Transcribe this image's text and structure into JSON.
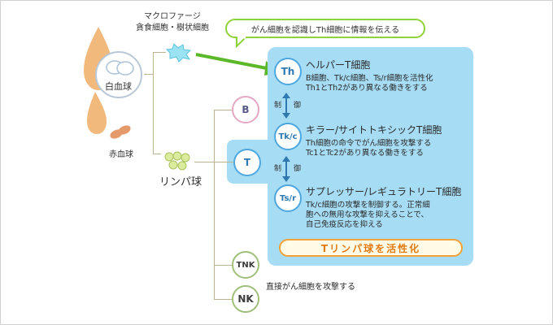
{
  "blood": {
    "white_label": "白血球",
    "red_label": "赤血球"
  },
  "macrophage": {
    "line1": "マクロファージ",
    "line2": "貪食細胞・樹状細胞"
  },
  "lymphocyte_label": "リンパ球",
  "speech_text": "がん細胞を認識しTh細胞に情報を伝える",
  "cells": {
    "th": {
      "abbr": "Th",
      "title": "ヘルパーT細胞",
      "desc": [
        "B細胞、Tk/c細胞、Ts/r細胞を活性化",
        "Th1とTh2があり異なる働きをする"
      ]
    },
    "tkc": {
      "abbr": "Tk/c",
      "title": "キラー/サイトトキシックT細胞",
      "desc": [
        "Th細胞の命令でがん細胞を攻撃する",
        "Tc1とTc2があり異なる働きをする"
      ]
    },
    "tsr": {
      "abbr": "Ts/r",
      "title": "サプレッサー/レギュラトリーT細胞",
      "desc": [
        "Tk/c細胞の攻撃を制御する。正常細",
        "胞への無用な攻撃を抑えることで、",
        "自己免疫反応を抑える"
      ]
    }
  },
  "control_label": [
    "制",
    "御"
  ],
  "activate_text": "Tリンパ球を活性化",
  "branches": {
    "b": "B",
    "t": "T",
    "tnk": "TNK",
    "nk": "NK"
  },
  "nk_desc": "直接がん細胞を攻撃する",
  "colors": {
    "panel": "#a6dcf4",
    "arrow": "#5bb82a",
    "activate_border": "#f3a23a",
    "activate_text": "#e07a12"
  }
}
